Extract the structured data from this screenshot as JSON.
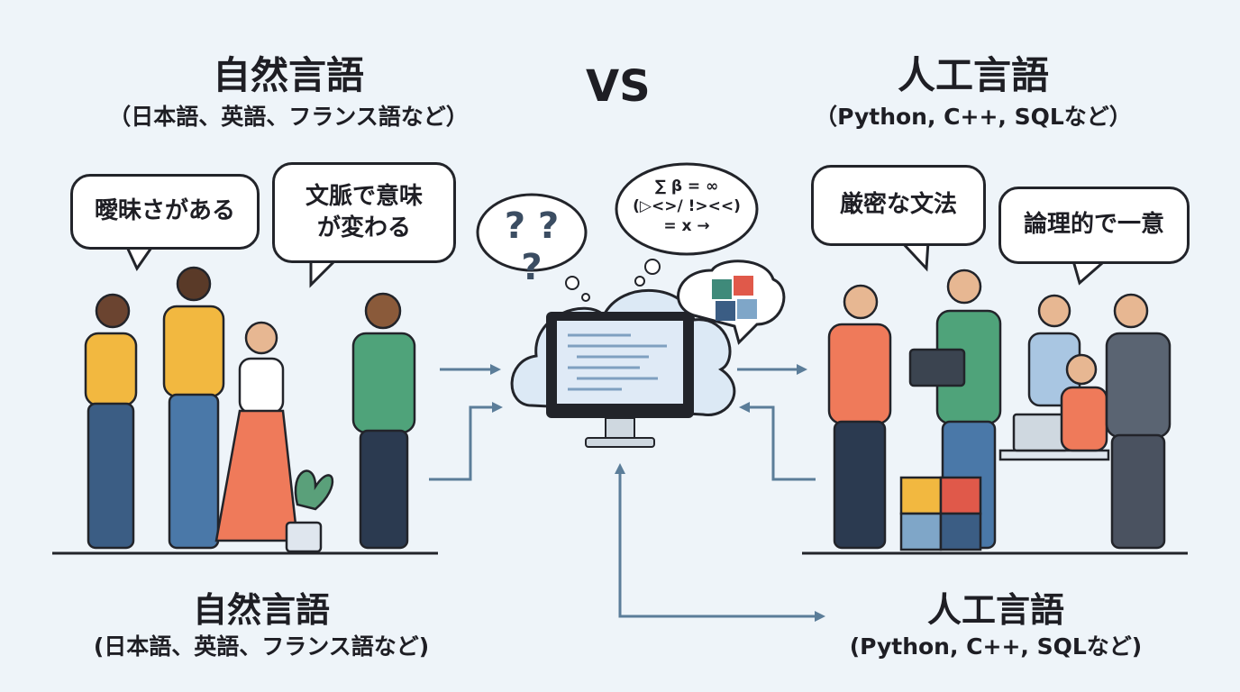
{
  "left": {
    "title": "自然言語",
    "subtitle": "（日本語、英語、フランス語など）",
    "bubble1": "曖昧さがある",
    "bubble2_line1": "文脈で意味",
    "bubble2_line2": "が変わる",
    "bottom_title": "自然言語",
    "bottom_subtitle": "(日本語、英語、フランス語など)"
  },
  "vs": "VS",
  "right": {
    "title": "人工言語",
    "subtitle": "（Python, C++, SQLなど）",
    "bubble1": "厳密な文法",
    "bubble2": "論理的で一意",
    "bottom_title": "人工言語",
    "bottom_subtitle": "(Python, C++, SQLなど)"
  },
  "center": {
    "question_marks": "? ? ?",
    "formula_line1": "∑ β = ∞",
    "formula_line2": "(▷<>/ !><<)",
    "formula_line3": "= x →"
  },
  "colors": {
    "background": "#eef4f9",
    "arrow": "#5b7d99",
    "outline": "#22242a"
  }
}
